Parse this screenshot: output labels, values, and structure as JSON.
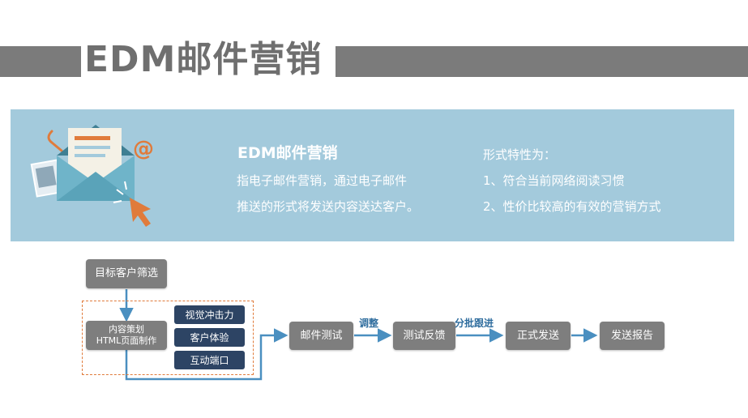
{
  "header": {
    "title": "EDM邮件营销"
  },
  "intro": {
    "title": "EDM邮件营销",
    "desc_line1": "指电子邮件营销，通过电子邮件",
    "desc_line2": "推送的形式将发送内容送达客户。",
    "features_title": "形式特性为：",
    "feature1": "1、符合当前网络阅读习惯",
    "feature2": "2、性价比较高的有效的营销方式"
  },
  "flow": {
    "step_target": "目标客户筛选",
    "step_content_line1": "内容策划",
    "step_content_line2": "HTML页面制作",
    "tags": [
      "视觉冲击力",
      "客户体验",
      "互动端口"
    ],
    "step_test": "邮件测试",
    "edge_adjust": "调整",
    "step_feedback": "测试反馈",
    "edge_batch": "分批跟进",
    "step_send": "正式发送",
    "step_report": "发送报告"
  },
  "colors": {
    "panel": "#a3cadc",
    "node": "#7e7e7e",
    "tag": "#2d4464",
    "arrow": "#4a8fc0",
    "accent_orange": "#e07b3b"
  },
  "icons": [
    "envelope-icon",
    "at-sign-icon",
    "paperclip-icon",
    "cursor-click-icon"
  ]
}
